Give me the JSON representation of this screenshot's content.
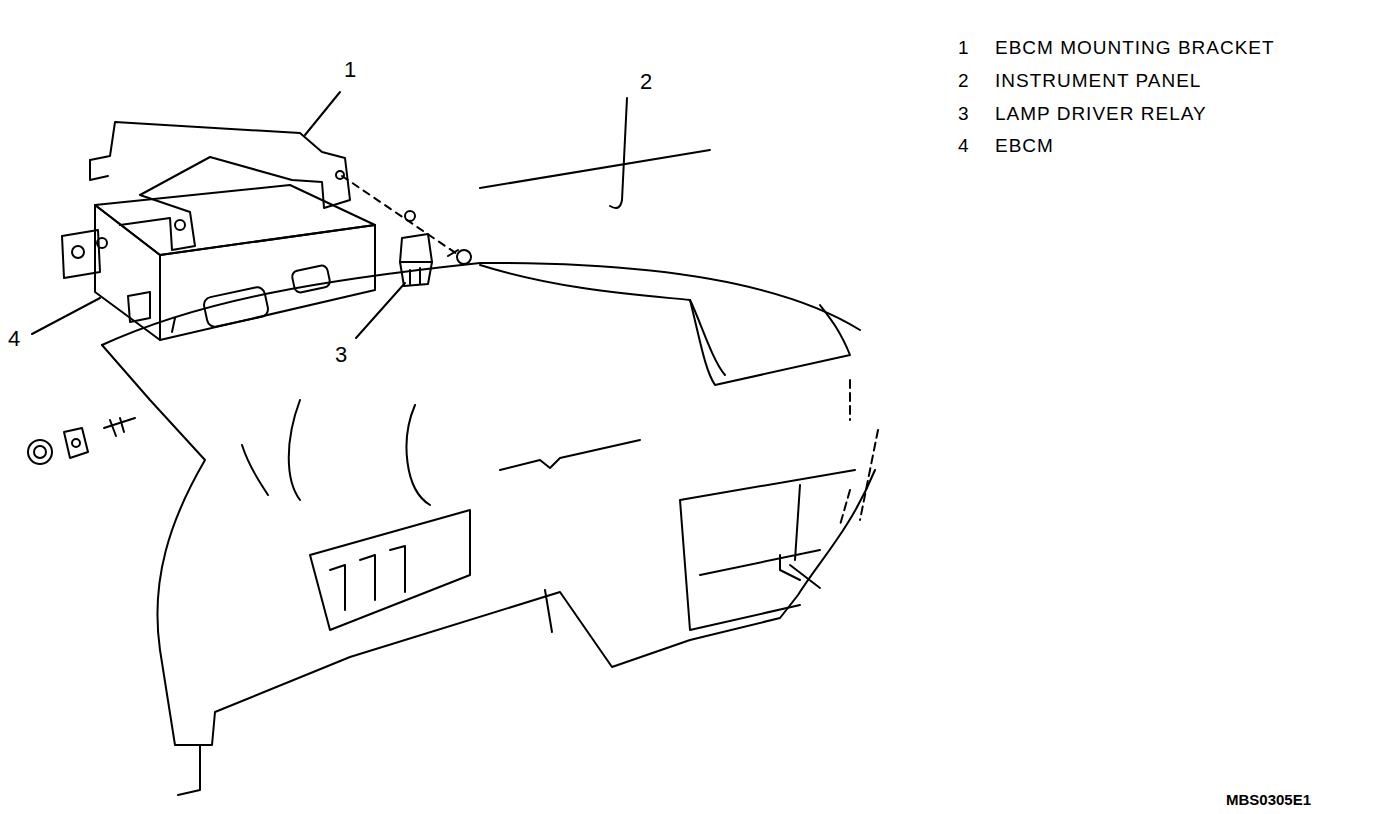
{
  "diagram": {
    "labels": [
      "1",
      "2",
      "3",
      "4",
      "1",
      "EBCM MOUNTING BRACKET",
      "2",
      "INSTRUMENT PANEL",
      "3",
      "LAMP DRIVER RELAY",
      "4",
      "EBCM",
      "MBS0305E1"
    ]
  }
}
